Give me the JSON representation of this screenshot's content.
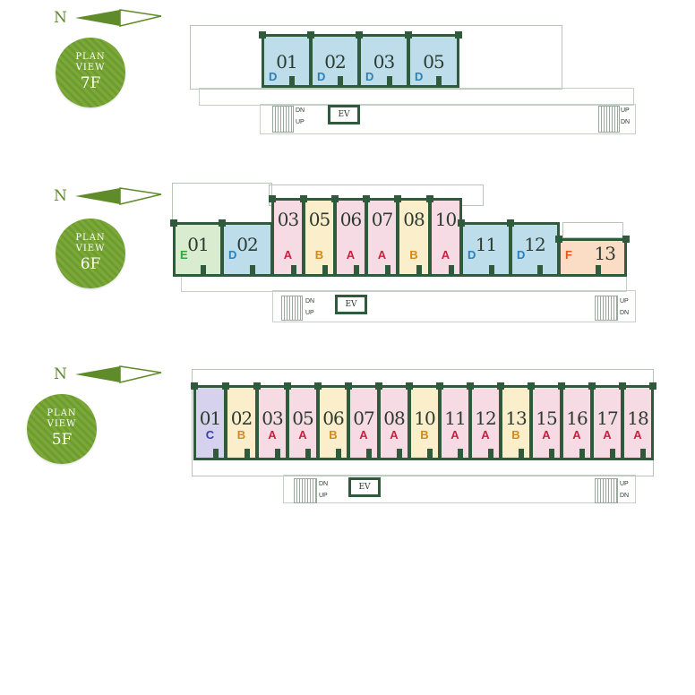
{
  "colors": {
    "D": "#bcdde9",
    "A": "#f7dbe4",
    "B": "#fbeecb",
    "C": "#d6d2ee",
    "E": "#d9eccf",
    "F": "#fbdcc4",
    "label_D": "#2f7fb8",
    "label_A": "#c8213f",
    "label_B": "#d58a17",
    "label_C": "#3a3fb0",
    "label_E": "#2fa83c",
    "label_F": "#df5b1c",
    "wall": "#2f5a3b",
    "badge": "#74a334"
  },
  "north_label": "N",
  "floors": [
    {
      "id": "7F",
      "badge": {
        "line1": "PLAN",
        "line2": "VIEW",
        "line3": "7F"
      },
      "stairs_left": {
        "dn": "DN",
        "up": "UP"
      },
      "stairs_right": {
        "up": "UP",
        "dn": "DN"
      },
      "ev": "EV",
      "units": [
        {
          "num": "01",
          "type": "D"
        },
        {
          "num": "02",
          "type": "D"
        },
        {
          "num": "03",
          "type": "D"
        },
        {
          "num": "05",
          "type": "D"
        }
      ]
    },
    {
      "id": "6F",
      "badge": {
        "line1": "PLAN",
        "line2": "VIEW",
        "line3": "6F"
      },
      "stairs_left": {
        "dn": "DN",
        "up": "UP"
      },
      "stairs_right": {
        "up": "UP",
        "dn": "DN"
      },
      "ev": "EV",
      "units": [
        {
          "num": "01",
          "type": "E"
        },
        {
          "num": "02",
          "type": "D"
        },
        {
          "num": "03",
          "type": "A"
        },
        {
          "num": "05",
          "type": "B"
        },
        {
          "num": "06",
          "type": "A"
        },
        {
          "num": "07",
          "type": "A"
        },
        {
          "num": "08",
          "type": "B"
        },
        {
          "num": "10",
          "type": "A"
        },
        {
          "num": "11",
          "type": "D"
        },
        {
          "num": "12",
          "type": "D"
        },
        {
          "num": "13",
          "type": "F"
        }
      ]
    },
    {
      "id": "5F",
      "badge": {
        "line1": "PLAN",
        "line2": "VIEW",
        "line3": "5F"
      },
      "stairs_left": {
        "dn": "DN",
        "up": "UP"
      },
      "stairs_right": {
        "up": "UP",
        "dn": "DN"
      },
      "ev": "EV",
      "units": [
        {
          "num": "01",
          "type": "C"
        },
        {
          "num": "02",
          "type": "B"
        },
        {
          "num": "03",
          "type": "A"
        },
        {
          "num": "05",
          "type": "A"
        },
        {
          "num": "06",
          "type": "B"
        },
        {
          "num": "07",
          "type": "A"
        },
        {
          "num": "08",
          "type": "A"
        },
        {
          "num": "10",
          "type": "B"
        },
        {
          "num": "11",
          "type": "A"
        },
        {
          "num": "12",
          "type": "A"
        },
        {
          "num": "13",
          "type": "B"
        },
        {
          "num": "15",
          "type": "A"
        },
        {
          "num": "16",
          "type": "A"
        },
        {
          "num": "17",
          "type": "A"
        },
        {
          "num": "18",
          "type": "A"
        }
      ]
    }
  ]
}
